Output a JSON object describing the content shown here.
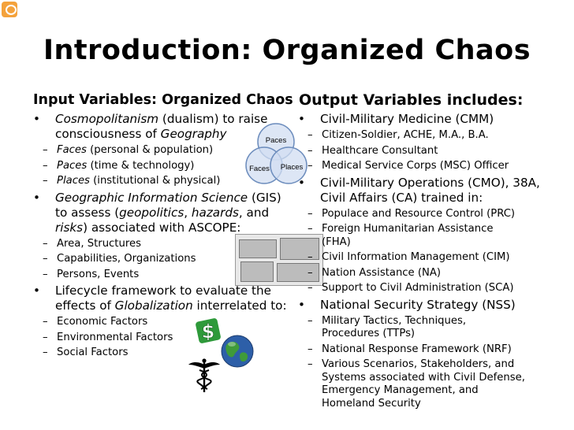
{
  "slide_title": "Introduction: Organized Chaos",
  "left": {
    "heading": "Input Variables: Organized Chaos",
    "b1": {
      "pre": "",
      "em": "Cosmopolitanism",
      "mid": " (dualism) to raise consciousness of ",
      "em2": "Geography"
    },
    "b1_subs": [
      {
        "em": "Faces",
        "text": " (personal & population)"
      },
      {
        "em": "Paces",
        "text": " (time & technology)"
      },
      {
        "em": "Places",
        "text": " (institutional & physical)"
      }
    ],
    "b2": {
      "em": "Geographic Information Science",
      "t1": " (GIS) to assess (",
      "em2": "geopolitics",
      "t2": ", ",
      "em3": "hazards",
      "t3": ", and ",
      "em4": "risks",
      "t4": ") associated with ASCOPE:"
    },
    "b2_subs": [
      "Area, Structures",
      "Capabilities, Organizations",
      "Persons, Events"
    ],
    "b3": {
      "t1": "Lifecycle framework to evaluate the effects of ",
      "em": "Globalization",
      "t2": " interrelated to:"
    },
    "b3_subs": [
      "Economic Factors",
      "Environmental Factors",
      "Social Factors"
    ]
  },
  "venn": {
    "top": "Paces",
    "left": "Faces",
    "right": "Places"
  },
  "right": {
    "heading": "Output Variables includes:",
    "b1": "Civil-Military Medicine (CMM)",
    "b1_subs": [
      "Citizen-Soldier, ACHE, M.A., B.A.",
      "Healthcare Consultant",
      "Medical Service Corps (MSC) Officer"
    ],
    "b2": "Civil-Military Operations (CMO), 38A, Civil Affairs (CA) trained in:",
    "b2_subs": [
      "Populace and Resource Control (PRC)",
      "Foreign Humanitarian Assistance (FHA)",
      "Civil Information Management (CIM)",
      "Nation Assistance (NA)",
      "Support to Civil Administration (SCA)"
    ],
    "b3": "National Security Strategy (NSS)",
    "b3_subs": [
      "Military Tactics, Techniques, Procedures (TTPs)",
      "National Response Framework (NRF)",
      "Various Scenarios, Stakeholders, and Systems associated with Civil Defense, Emergency Management, and Homeland Security"
    ]
  },
  "dollar_glyph": "$",
  "colors": {
    "venn_fill": "#d1ddf1",
    "venn_stroke": "#6d8dbd",
    "dollar_green": "#2e9a3a",
    "globe_blue": "#2d5fa8",
    "globe_green": "#3f9b3a",
    "logo_orange": "#f4a23c"
  }
}
